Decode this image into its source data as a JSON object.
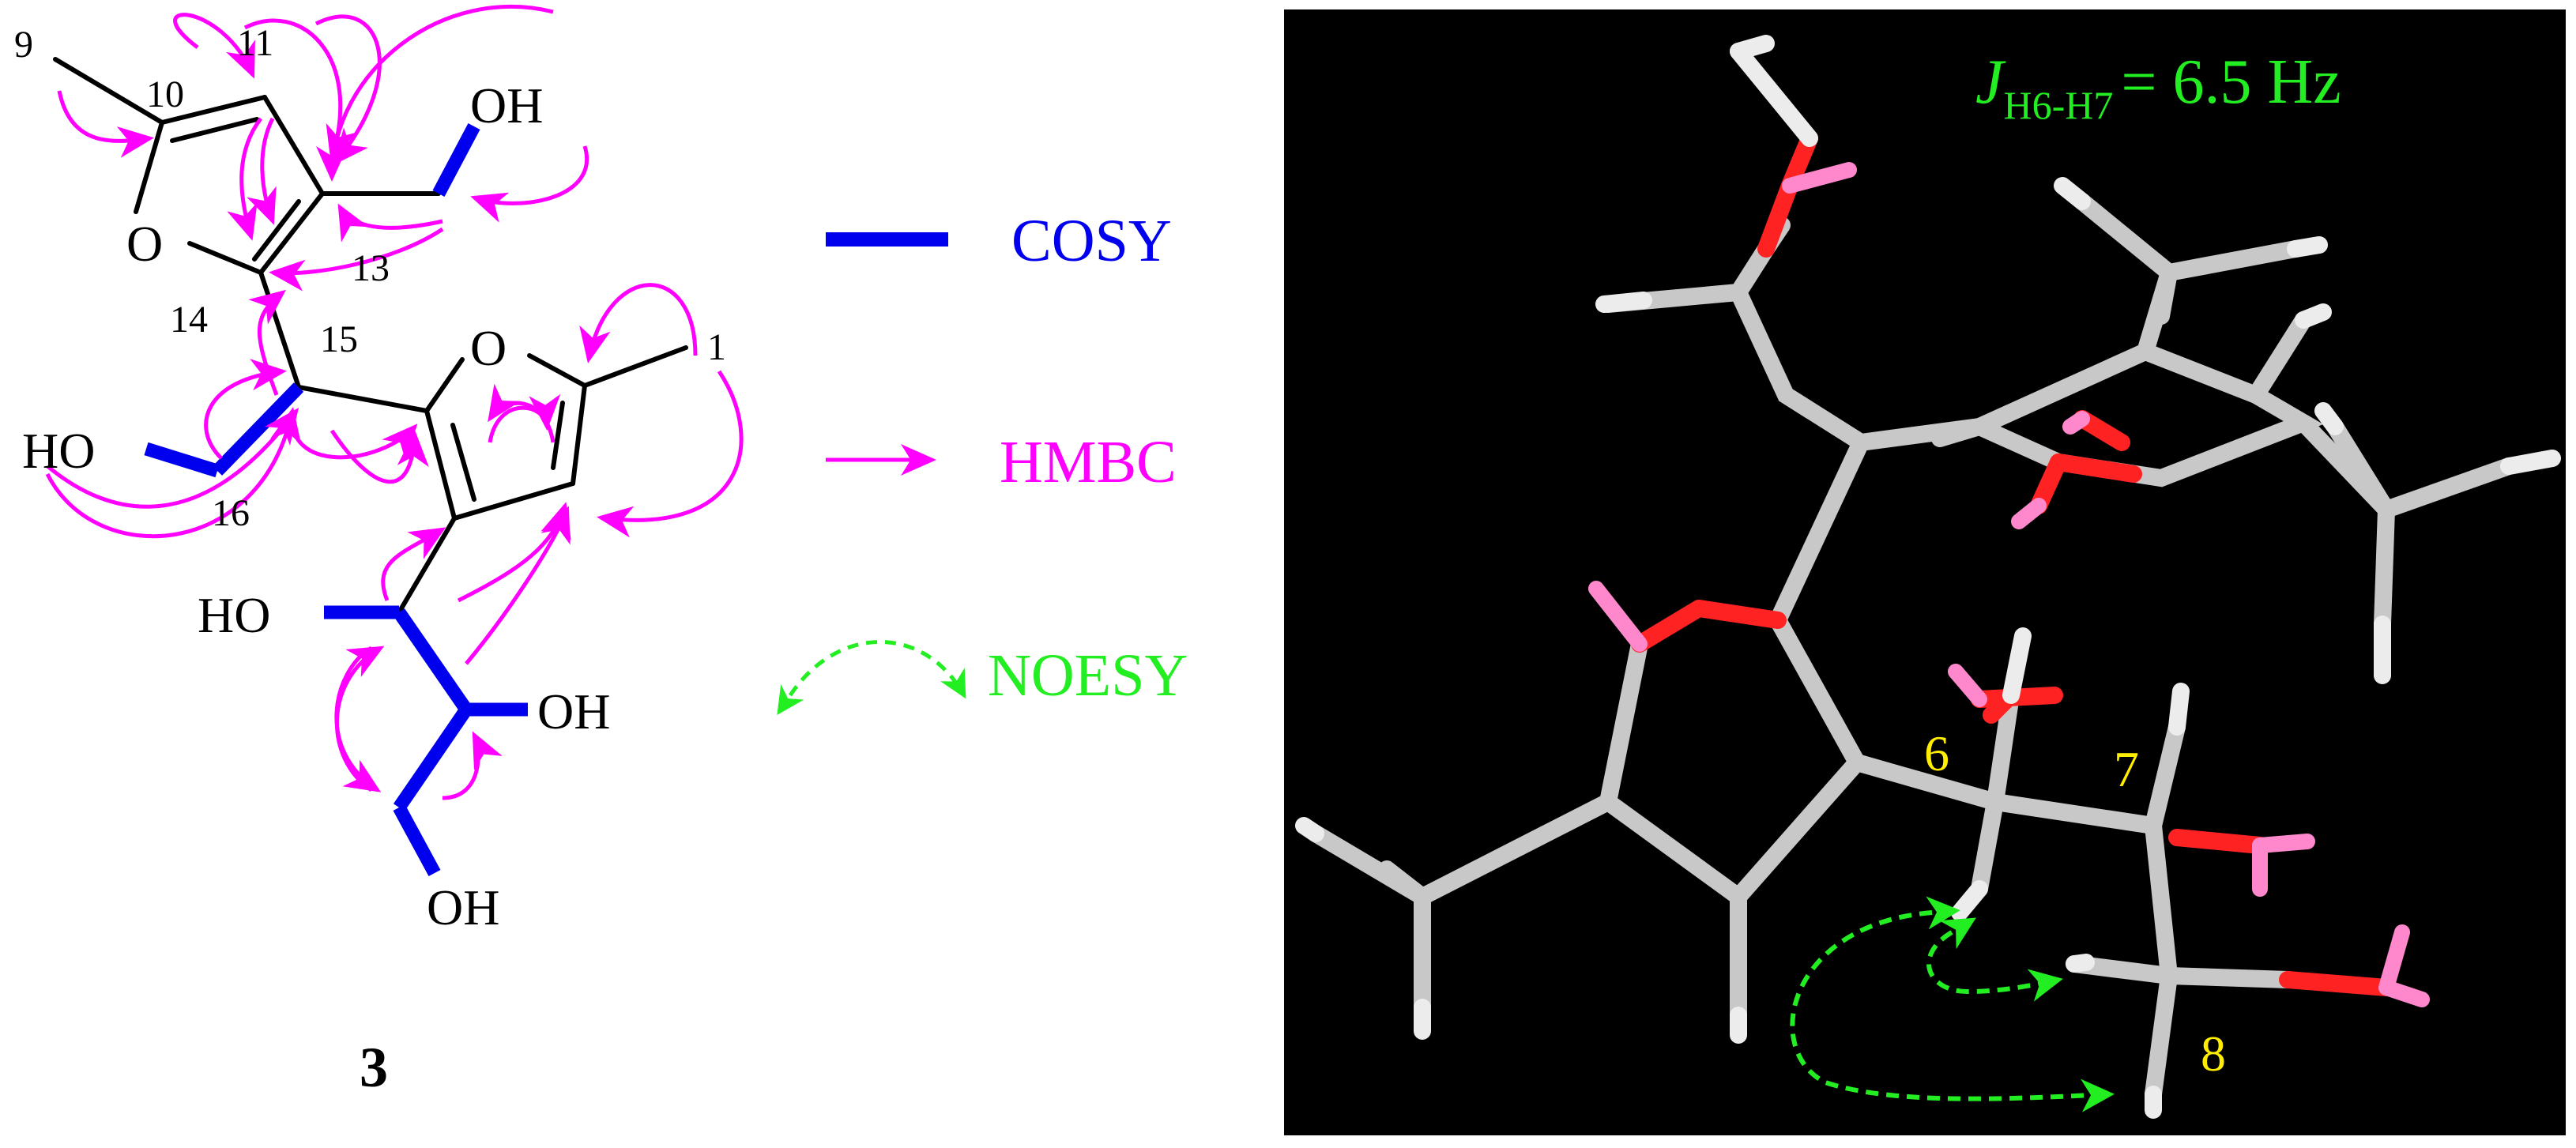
{
  "structure": {
    "atom_numbers": {
      "n9": "9",
      "n10": "10",
      "n11": "11",
      "n13": "13",
      "n14": "14",
      "n15": "15",
      "n16": "16",
      "n1": "1"
    },
    "heteroatoms": {
      "o_ring_left": "O",
      "o_ring_right": "O",
      "oh_top": "OH",
      "ho_left": "HO",
      "ho_c6": "HO",
      "oh_c7": "OH",
      "oh_c8": "OH"
    },
    "compound_number": "3"
  },
  "legend": {
    "cosy_label": "COSY",
    "hmbc_label": "HMBC",
    "noesy_label": "NOESY"
  },
  "model_3d": {
    "coupling_symbol": "J",
    "coupling_subscript": "H6-H7",
    "coupling_value": "= 6.5 Hz",
    "label_6": "6",
    "label_7": "7",
    "label_8": "8"
  },
  "colors": {
    "bond": "#000000",
    "cosy": "#0000ee",
    "hmbc": "#ff00ff",
    "noesy": "#22ee22",
    "model_background": "#000000",
    "carbon": "#c8c8c8",
    "oxygen": "#ff2222",
    "hydrogen_on_oxygen": "#ff88cc",
    "hydrogen": "#e8e8e8",
    "atom_label_3d": "#ffee00"
  }
}
